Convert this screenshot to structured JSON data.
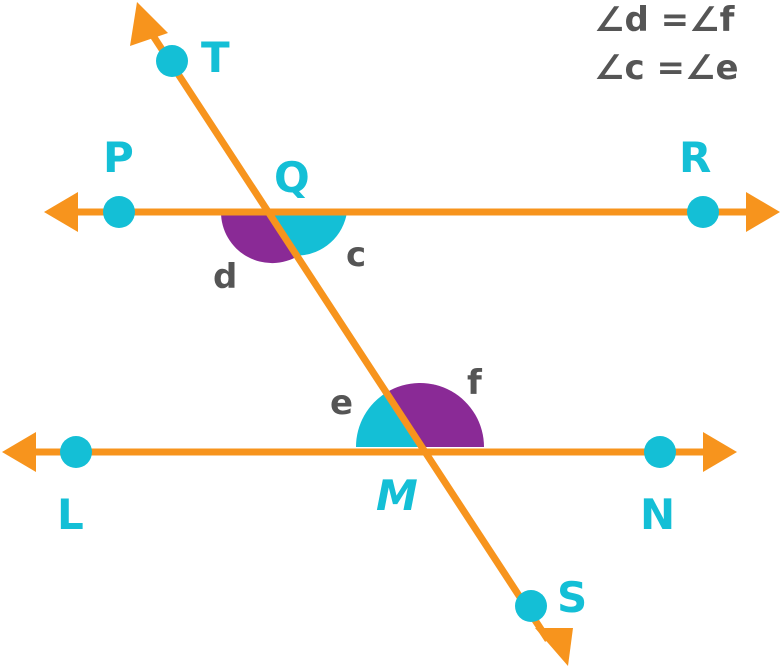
{
  "points": {
    "T": "T",
    "P": "P",
    "Q": "Q",
    "R": "R",
    "L": "L",
    "M": "M",
    "N": "N",
    "S": "S"
  },
  "angles": {
    "c": "c",
    "d": "d",
    "e": "e",
    "f": "f"
  },
  "equations": {
    "line1": "∠d =∠f",
    "line2": "∠c =∠e"
  },
  "colors": {
    "line": "#f7941d",
    "point": "#14bfd6",
    "angle_purple": "#8a2a96",
    "angle_cyan": "#14bfd6",
    "angle_label": "#555555"
  }
}
